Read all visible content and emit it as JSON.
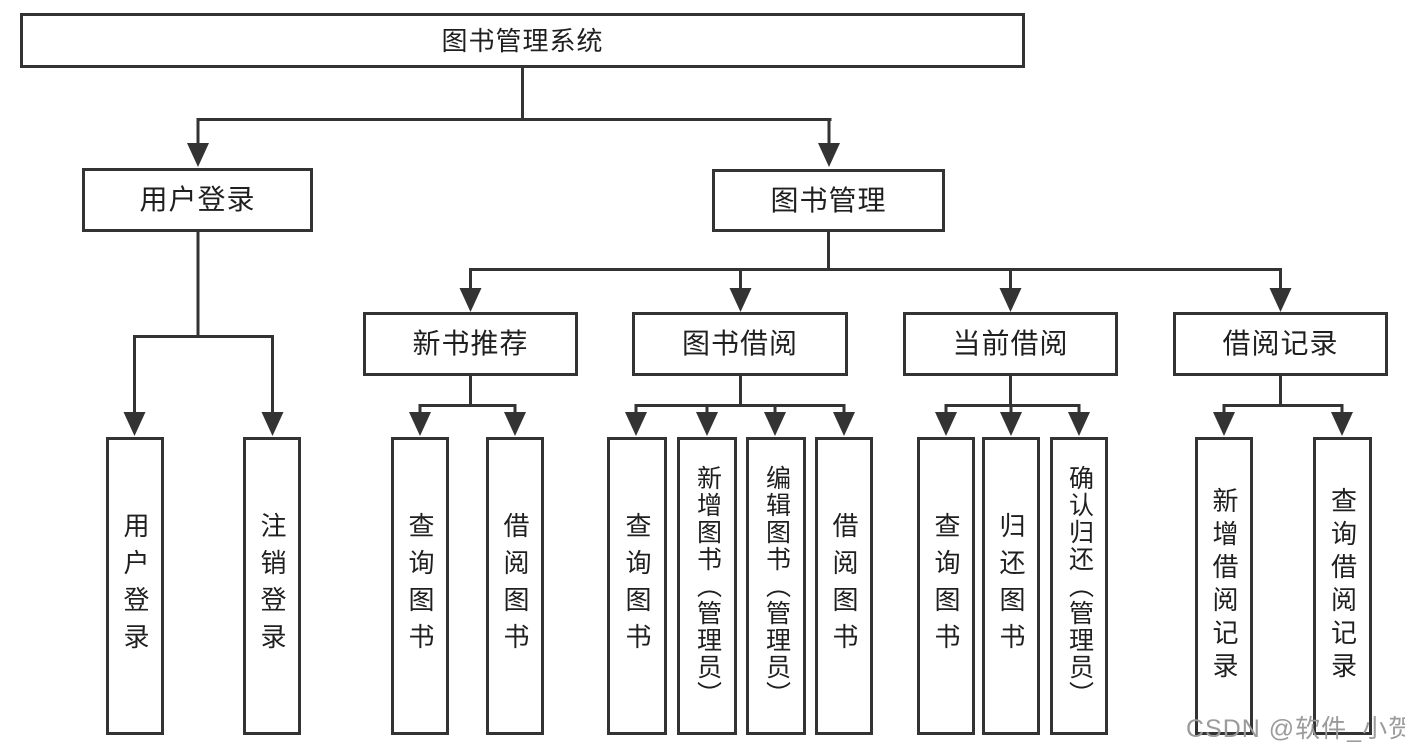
{
  "tree": {
    "root": {
      "label": "图书管理系统",
      "children": [
        {
          "label": "用户登录",
          "children": [
            {
              "label": "用户登录"
            },
            {
              "label": "注销登录"
            }
          ]
        },
        {
          "label": "图书管理",
          "children": [
            {
              "label": "新书推荐",
              "children": [
                {
                  "label": "查询图书"
                },
                {
                  "label": "借阅图书"
                }
              ]
            },
            {
              "label": "图书借阅",
              "children": [
                {
                  "label": "查询图书"
                },
                {
                  "label": "新增图书（管理员）"
                },
                {
                  "label": "编辑图书（管理员）"
                },
                {
                  "label": "借阅图书"
                }
              ]
            },
            {
              "label": "当前借阅",
              "children": [
                {
                  "label": "查询图书"
                },
                {
                  "label": "归还图书"
                },
                {
                  "label": "确认归还（管理员）"
                }
              ]
            },
            {
              "label": "借阅记录",
              "children": [
                {
                  "label": "新增借阅记录"
                },
                {
                  "label": "查询借阅记录"
                }
              ]
            }
          ]
        }
      ]
    }
  },
  "watermark": {
    "text": "CSDN @软件_小贺同学"
  },
  "colors": {
    "line": "#333333",
    "node_border": "#333333",
    "node_background": "#ffffff",
    "text": "#1f1f1f",
    "watermark": "#9b9b9b",
    "background": "#ffffff"
  }
}
